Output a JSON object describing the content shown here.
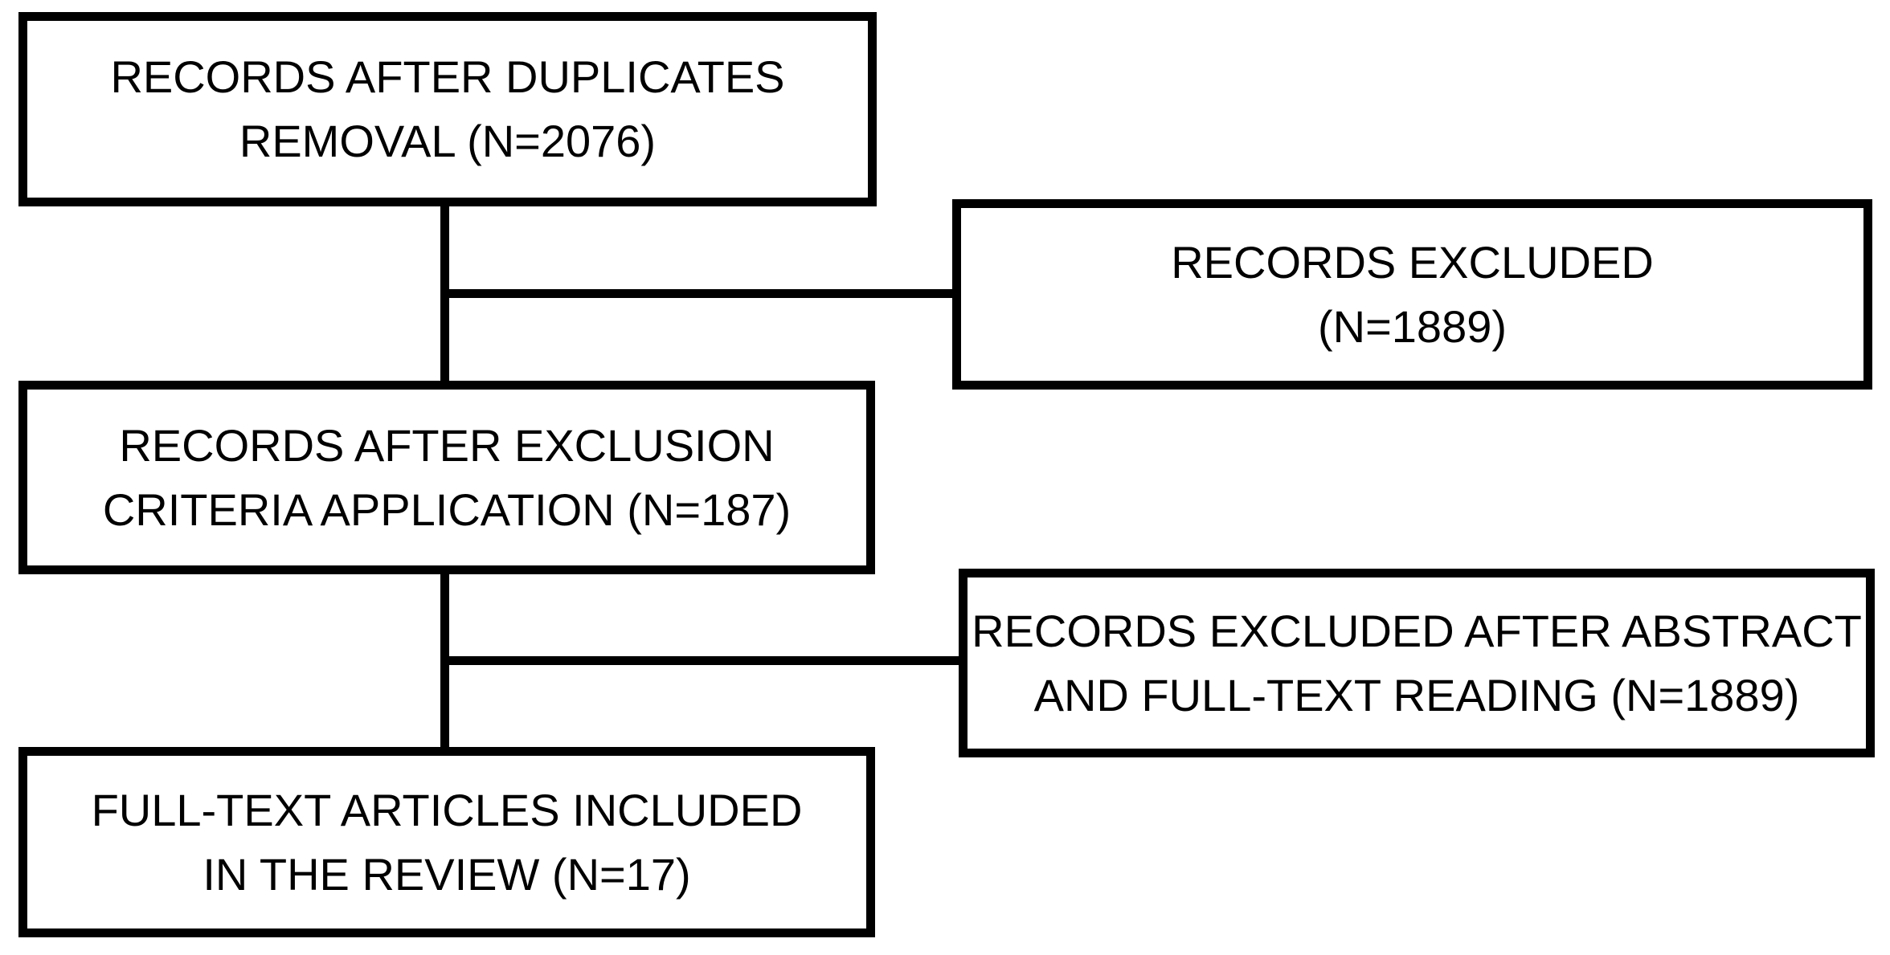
{
  "diagram_type": "prisma-flowchart",
  "colors": {
    "background": "#ffffff",
    "box_border": "#000000",
    "box_fill": "#ffffff",
    "text": "#000000",
    "connector": "#000000"
  },
  "boxes": [
    {
      "id": "records-after-duplicates-removal",
      "lines": [
        "RECORDS AFTER DUPLICATES",
        "REMOVAL (N=2076)"
      ],
      "n": 2076
    },
    {
      "id": "records-excluded",
      "lines": [
        "RECORDS EXCLUDED",
        "(N=1889)"
      ],
      "n": 1889
    },
    {
      "id": "records-after-exclusion-criteria-application",
      "lines": [
        "RECORDS AFTER EXCLUSION",
        "CRITERIA APPLICATION (N=187)"
      ],
      "n": 187
    },
    {
      "id": "records-excluded-after-abstract-and-full-text-reading",
      "lines": [
        "RECORDS EXCLUDED AFTER ABSTRACT",
        "AND FULL-TEXT READING (N=1889)"
      ],
      "n": 1889
    },
    {
      "id": "full-text-articles-included-in-the-review",
      "lines": [
        "FULL-TEXT ARTICLES INCLUDED",
        "IN THE REVIEW (N=17)"
      ],
      "n": 17
    }
  ],
  "edges": [
    {
      "from": "records-after-duplicates-removal",
      "to": "records-after-exclusion-criteria-application"
    },
    {
      "from": "records-after-duplicates-removal",
      "to": "records-excluded"
    },
    {
      "from": "records-after-exclusion-criteria-application",
      "to": "full-text-articles-included-in-the-review"
    },
    {
      "from": "records-after-exclusion-criteria-application",
      "to": "records-excluded-after-abstract-and-full-text-reading"
    }
  ]
}
